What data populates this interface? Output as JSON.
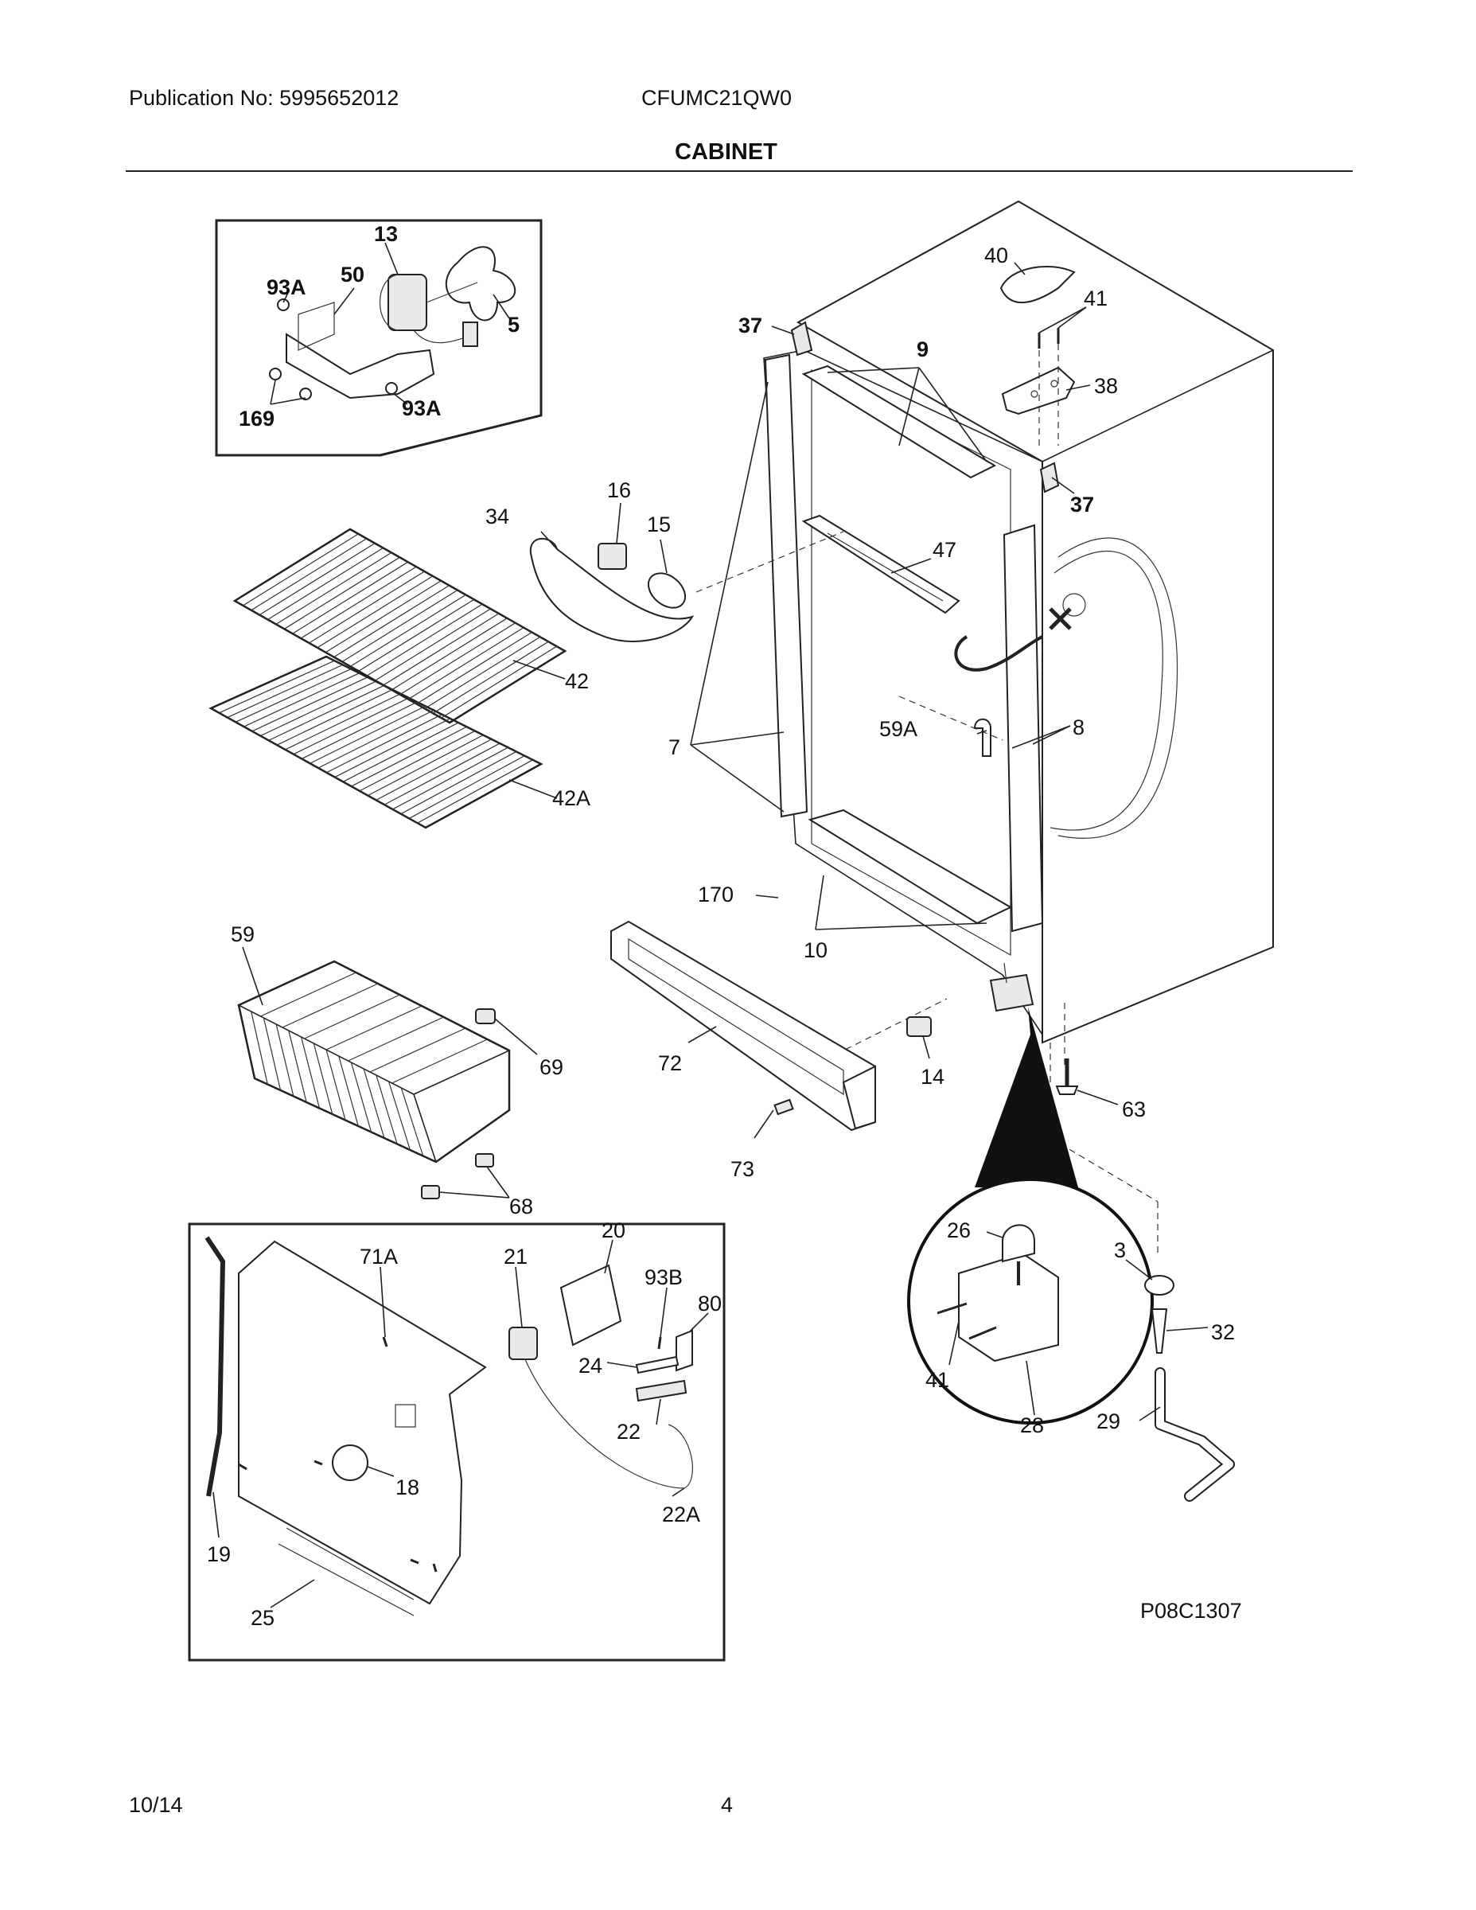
{
  "header": {
    "publication": "Publication No: 5995652012",
    "model": "CFUMC21QW0",
    "section_title": "CABINET"
  },
  "footer": {
    "date": "10/14",
    "page_number": "4"
  },
  "diagram_code": "P08C1307",
  "callouts": {
    "c13": "13",
    "c93A_1": "93A",
    "c50": "50",
    "c5": "5",
    "c169": "169",
    "c93A_2": "93A",
    "c40": "40",
    "c41_top": "41",
    "c37_top": "37",
    "c9": "9",
    "c38": "38",
    "c37_right": "37",
    "c16": "16",
    "c34": "34",
    "c15": "15",
    "c47": "47",
    "c42": "42",
    "c42A": "42A",
    "c59A": "59A",
    "c8": "8",
    "c7": "7",
    "c170": "170",
    "c10": "10",
    "c59": "59",
    "c69": "69",
    "c72": "72",
    "c14": "14",
    "c63": "63",
    "c73": "73",
    "c68": "68",
    "c71A": "71A",
    "c21": "21",
    "c20": "20",
    "c93B": "93B",
    "c80": "80",
    "c24": "24",
    "c22": "22",
    "c18": "18",
    "c22A": "22A",
    "c19": "19",
    "c25": "25",
    "c26": "26",
    "c3": "3",
    "c32": "32",
    "c41_detail": "41",
    "c28": "28",
    "c29": "29"
  }
}
